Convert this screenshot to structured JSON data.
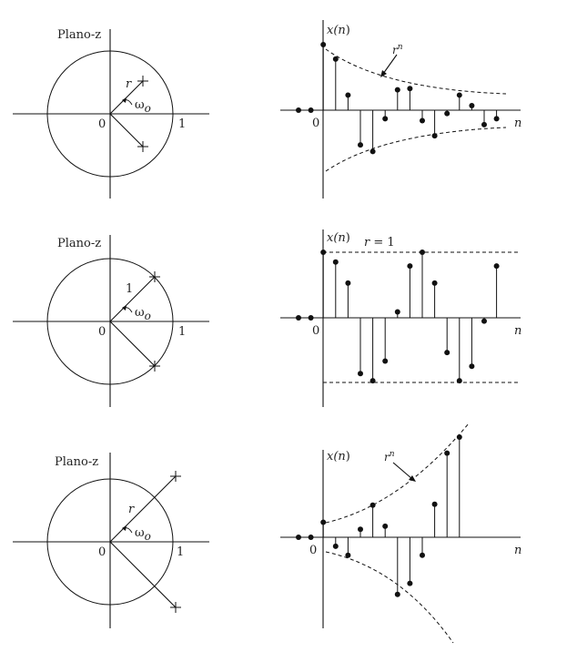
{
  "panels": [
    {
      "zplane": {
        "title": "Plano-z",
        "origin": "0",
        "one": "1",
        "radius": "r",
        "omega": "ω",
        "omega_sub": "o"
      },
      "seq": {
        "ylabel_x": "x(",
        "ylabel_n": "n",
        "ylabel_close": ")",
        "origin": "0",
        "nlabel": "n",
        "envelope_label_r": "r",
        "envelope_label_sup": "n"
      }
    },
    {
      "zplane": {
        "title": "Plano-z",
        "origin": "0",
        "one": "1",
        "radius": "1",
        "omega": "ω",
        "omega_sub": "o"
      },
      "seq": {
        "ylabel_x": "x(",
        "ylabel_n": "n",
        "ylabel_close": ")",
        "origin": "0",
        "nlabel": "n",
        "rlabel_r": "r",
        "rlabel_rest": " = 1"
      }
    },
    {
      "zplane": {
        "title": "Plano-z",
        "origin": "0",
        "one": "1",
        "radius": "r",
        "omega": "ω",
        "omega_sub": "o"
      },
      "seq": {
        "ylabel_x": "x(",
        "ylabel_n": "n",
        "ylabel_close": ")",
        "origin": "0",
        "nlabel": "n",
        "envelope_label_r": "r",
        "envelope_label_sup": "n"
      }
    }
  ],
  "chart_data": [
    {
      "type": "stem",
      "series": [
        {
          "values": [
            0,
            0,
            1.0,
            0.78,
            0.23,
            -0.53,
            -0.63,
            -0.13,
            0.31,
            0.33,
            -0.16,
            -0.39,
            -0.05,
            0.23,
            0.07,
            -0.22,
            -0.13
          ]
        }
      ]
    },
    {
      "type": "stem",
      "series": [
        {
          "values": [
            0,
            0,
            1.0,
            0.85,
            0.53,
            -0.85,
            -0.96,
            -0.66,
            0.09,
            0.79,
            1.0,
            0.53,
            -0.53,
            -0.96,
            -0.74,
            -0.05,
            0.79
          ]
        }
      ]
    },
    {
      "type": "stem",
      "series": [
        {
          "values": [
            0,
            0,
            0.15,
            -0.09,
            -0.18,
            0.08,
            0.32,
            0.11,
            -0.57,
            -0.46,
            -0.18,
            0.33,
            0.84,
            1.0
          ]
        }
      ]
    }
  ]
}
